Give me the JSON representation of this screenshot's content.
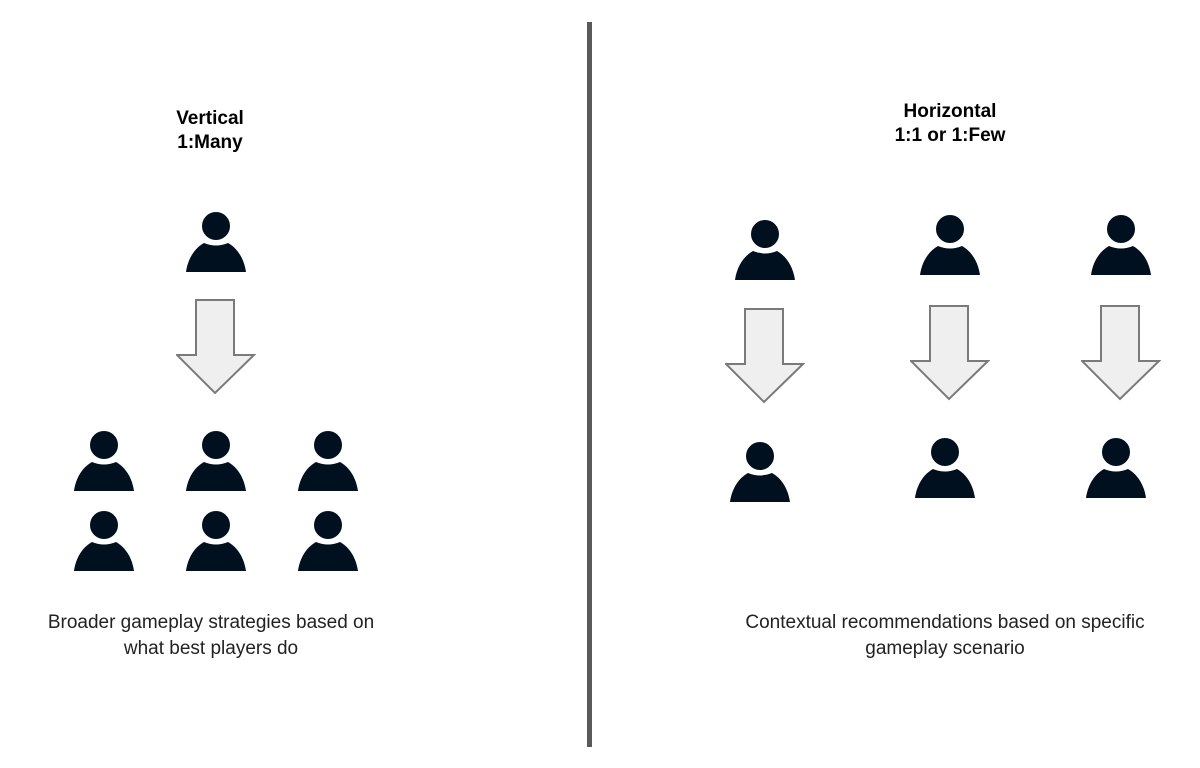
{
  "left_panel": {
    "title_line1": "Vertical",
    "title_line2": "1:Many",
    "caption_line1": "Broader gameplay strategies based on",
    "caption_line2": "what best players do"
  },
  "right_panel": {
    "title_line1": "Horizontal",
    "title_line2": "1:1 or 1:Few",
    "caption_line1": "Contextual recommendations based on specific",
    "caption_line2": "gameplay scenario"
  },
  "colors": {
    "person_fill": "#01101f",
    "arrow_fill": "#efefef",
    "arrow_stroke": "#7a7a7a",
    "divider": "#5a5a5a"
  }
}
